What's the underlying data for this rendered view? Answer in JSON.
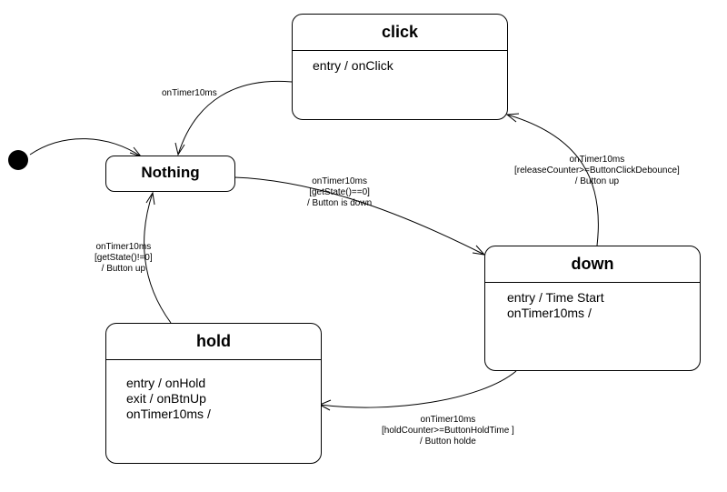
{
  "states": {
    "click": {
      "title": "click",
      "lines": [
        "entry / onClick"
      ]
    },
    "nothing": {
      "title": "Nothing"
    },
    "down": {
      "title": "down",
      "lines": [
        "entry / Time Start",
        "onTimer10ms /"
      ]
    },
    "hold": {
      "title": "hold",
      "lines": [
        "entry / onHold",
        "exit / onBtnUp",
        "onTimer10ms /"
      ]
    }
  },
  "transitions": {
    "click_to_nothing": {
      "lines": [
        "onTimer10ms"
      ]
    },
    "nothing_to_down": {
      "lines": [
        "onTimer10ms",
        "[getState()==0]",
        "/ Button is down"
      ]
    },
    "down_to_click": {
      "lines": [
        "onTimer10ms",
        "[releaseCounter>=ButtonClickDebounce]",
        "/ Button up"
      ]
    },
    "down_to_hold": {
      "lines": [
        "onTimer10ms",
        "[holdCounter>=ButtonHoldTime ]",
        "/ Button holde"
      ]
    },
    "hold_to_nothing": {
      "lines": [
        "onTimer10ms",
        "[getState()!=0]",
        "/ Button up"
      ]
    }
  }
}
